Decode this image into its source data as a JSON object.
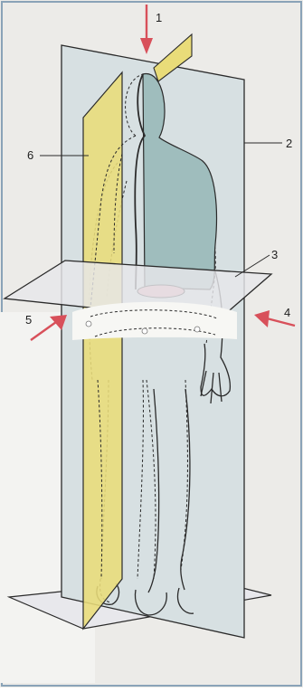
{
  "labels": {
    "l1": "1",
    "l2": "2",
    "l3": "3",
    "l4": "4",
    "l5": "5",
    "l6": "6"
  },
  "colors": {
    "paper": "#ecebe8",
    "frontal_plane": "#d7e0e2",
    "sagittal_plane": "#e9dc79",
    "horizontal_plane": "#e6e6ea",
    "torso_fill": "#9fbdbd",
    "cross_section": "#e9a9b6",
    "outline": "#2a2a2a",
    "arrow": "#d8505a",
    "border": "#8aa3b8"
  }
}
